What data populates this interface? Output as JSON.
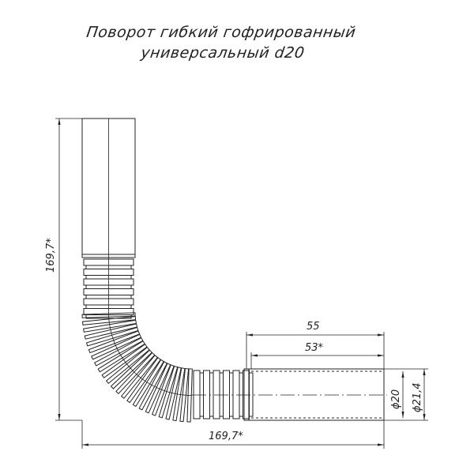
{
  "title": {
    "line1": "Поворот гибкий гофрированный",
    "line2": "универсальный d20"
  },
  "dimensions": {
    "height": "169,7*",
    "width": "169,7*",
    "sleeve_length": "55",
    "sleeve_inner_length": "53*",
    "inner_diameter": "ϕ20",
    "outer_diameter": "ϕ21,4"
  },
  "colors": {
    "line": "#222222"
  }
}
